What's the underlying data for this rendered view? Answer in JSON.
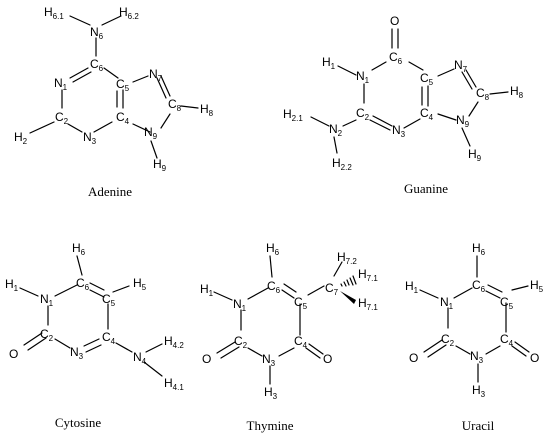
{
  "molecules": [
    {
      "id": "adenine",
      "name": "Adenine",
      "atoms": [
        {
          "el": "N",
          "sub": "6"
        },
        {
          "el": "H",
          "sub": "6.1"
        },
        {
          "el": "H",
          "sub": "6.2"
        },
        {
          "el": "C",
          "sub": "6"
        },
        {
          "el": "N",
          "sub": "1"
        },
        {
          "el": "C",
          "sub": "2"
        },
        {
          "el": "H",
          "sub": "2"
        },
        {
          "el": "N",
          "sub": "3"
        },
        {
          "el": "C",
          "sub": "4"
        },
        {
          "el": "C",
          "sub": "5"
        },
        {
          "el": "N",
          "sub": "7"
        },
        {
          "el": "C",
          "sub": "8"
        },
        {
          "el": "H",
          "sub": "8"
        },
        {
          "el": "N",
          "sub": "9"
        },
        {
          "el": "H",
          "sub": "9"
        }
      ]
    },
    {
      "id": "guanine",
      "name": "Guanine",
      "atoms": [
        {
          "el": "O",
          "sub": ""
        },
        {
          "el": "C",
          "sub": "6"
        },
        {
          "el": "N",
          "sub": "1"
        },
        {
          "el": "H",
          "sub": "1"
        },
        {
          "el": "C",
          "sub": "2"
        },
        {
          "el": "N",
          "sub": "2"
        },
        {
          "el": "H",
          "sub": "2.1"
        },
        {
          "el": "H",
          "sub": "2.2"
        },
        {
          "el": "N",
          "sub": "3"
        },
        {
          "el": "C",
          "sub": "4"
        },
        {
          "el": "C",
          "sub": "5"
        },
        {
          "el": "N",
          "sub": "7"
        },
        {
          "el": "C",
          "sub": "8"
        },
        {
          "el": "H",
          "sub": "8"
        },
        {
          "el": "N",
          "sub": "9"
        },
        {
          "el": "H",
          "sub": "9"
        }
      ]
    },
    {
      "id": "cytosine",
      "name": "Cytosine",
      "atoms": [
        {
          "el": "H",
          "sub": "6"
        },
        {
          "el": "C",
          "sub": "6"
        },
        {
          "el": "C",
          "sub": "5"
        },
        {
          "el": "H",
          "sub": "5"
        },
        {
          "el": "N",
          "sub": "1"
        },
        {
          "el": "H",
          "sub": "1"
        },
        {
          "el": "C",
          "sub": "2"
        },
        {
          "el": "O",
          "sub": ""
        },
        {
          "el": "N",
          "sub": "3"
        },
        {
          "el": "C",
          "sub": "4"
        },
        {
          "el": "N",
          "sub": "4"
        },
        {
          "el": "H",
          "sub": "4.2"
        },
        {
          "el": "H",
          "sub": "4.1"
        }
      ]
    },
    {
      "id": "thymine",
      "name": "Thymine",
      "atoms": [
        {
          "el": "H",
          "sub": "6"
        },
        {
          "el": "C",
          "sub": "6"
        },
        {
          "el": "C",
          "sub": "5"
        },
        {
          "el": "C",
          "sub": "7"
        },
        {
          "el": "H",
          "sub": "7.2"
        },
        {
          "el": "H",
          "sub": "7.1"
        },
        {
          "el": "H",
          "sub": "7.1"
        },
        {
          "el": "N",
          "sub": "1"
        },
        {
          "el": "H",
          "sub": "1"
        },
        {
          "el": "C",
          "sub": "2"
        },
        {
          "el": "O",
          "sub": ""
        },
        {
          "el": "N",
          "sub": "3"
        },
        {
          "el": "H",
          "sub": "3"
        },
        {
          "el": "C",
          "sub": "4"
        },
        {
          "el": "O",
          "sub": ""
        }
      ]
    },
    {
      "id": "uracil",
      "name": "Uracil",
      "atoms": [
        {
          "el": "H",
          "sub": "6"
        },
        {
          "el": "C",
          "sub": "6"
        },
        {
          "el": "C",
          "sub": "5"
        },
        {
          "el": "H",
          "sub": "5"
        },
        {
          "el": "N",
          "sub": "1"
        },
        {
          "el": "H",
          "sub": "1"
        },
        {
          "el": "C",
          "sub": "2"
        },
        {
          "el": "O",
          "sub": ""
        },
        {
          "el": "N",
          "sub": "3"
        },
        {
          "el": "H",
          "sub": "3"
        },
        {
          "el": "C",
          "sub": "4"
        },
        {
          "el": "O",
          "sub": ""
        }
      ]
    }
  ]
}
